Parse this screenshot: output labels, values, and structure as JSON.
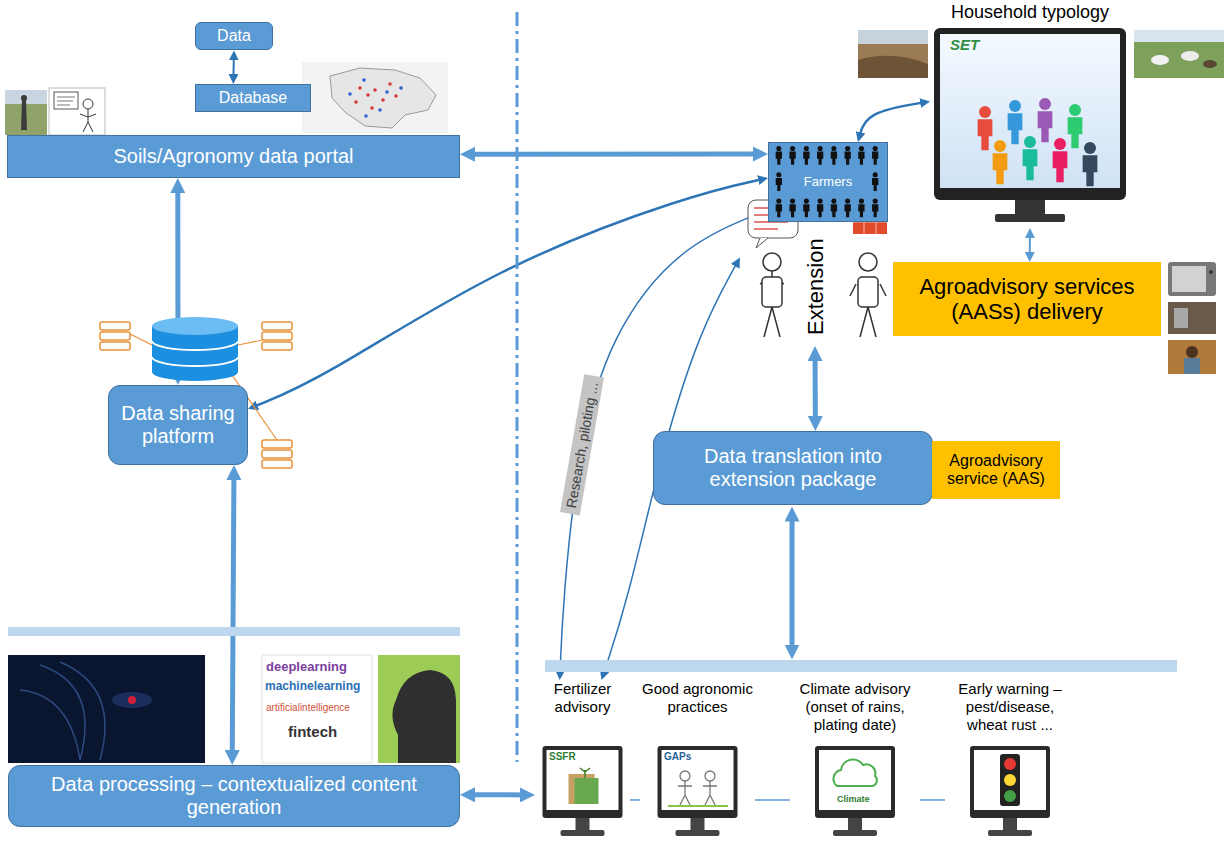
{
  "diagram": {
    "nodes": [
      {
        "text": [
          "Data"
        ]
      },
      {
        "text": [
          "Database"
        ]
      },
      {
        "text": [
          "Soils/Agronomy data portal"
        ]
      },
      {
        "text": [
          "Data sharing platform"
        ]
      },
      {
        "text": [
          "Data processing – contextualized content generation"
        ]
      },
      {
        "text": [
          "Farmers"
        ]
      },
      {
        "text": [
          "Household typology",
          "SET"
        ]
      },
      {
        "text": [
          "Extension"
        ]
      },
      {
        "text": [
          "Agroadvisory services (AASs) delivery"
        ]
      },
      {
        "text": [
          "Data translation into extension package"
        ]
      },
      {
        "text": [
          "Agroadvisory service (AAS)"
        ]
      },
      {
        "text": [
          "Fertilizer advisory",
          "SSFR"
        ]
      },
      {
        "text": [
          "Good agronomic practices",
          "GAPs"
        ]
      },
      {
        "text": [
          "Climate advisory (onset of rains, plating date)",
          "Climate"
        ]
      },
      {
        "text": [
          "Early warning – pest/disease, wheat rust ..."
        ]
      }
    ],
    "edges": [
      {
        "from": 0,
        "to": 1,
        "arrow": "both"
      },
      {
        "from": 2,
        "to": 5,
        "arrow": "both"
      },
      {
        "from": 2,
        "to": 3,
        "arrow": "both"
      },
      {
        "from": 3,
        "to": 5,
        "arrow": "both"
      },
      {
        "from": 3,
        "to": 4,
        "arrow": "both"
      },
      {
        "from": 4,
        "to": 11,
        "arrow": "both"
      },
      {
        "from": 5,
        "to": 6,
        "arrow": "both"
      },
      {
        "from": 6,
        "to": 8,
        "arrow": "both"
      },
      {
        "from": 9,
        "to": 7,
        "arrow": "both"
      },
      {
        "from": 11,
        "to": 5,
        "label": "Research, piloting ...",
        "arrow": "both"
      },
      {
        "from": 11,
        "to": 7,
        "arrow": "both"
      },
      {
        "from": 11,
        "to": 12,
        "arrow": "none"
      },
      {
        "from": 12,
        "to": 13,
        "arrow": "none"
      },
      {
        "from": 13,
        "to": 14,
        "arrow": "none"
      }
    ],
    "labels": [
      "deeplearning",
      "machinelearning",
      "artificialintelligence",
      "fintech"
    ]
  }
}
